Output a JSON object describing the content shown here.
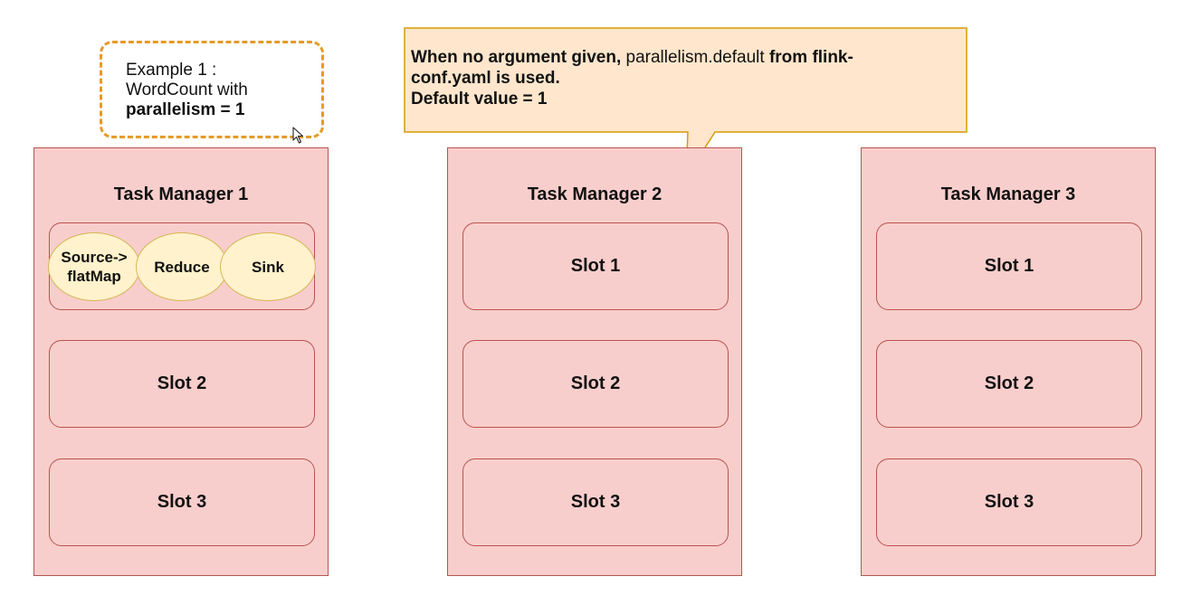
{
  "example": {
    "line1": "Example 1 :",
    "line2": "WordCount with",
    "line3": "parallelism = 1"
  },
  "callout": {
    "part1_bold": "When no argument given,",
    "part2_normal": " parallelism.default ",
    "part3_bold": "from flink-",
    "line2": "conf.yaml is used.",
    "line3": "Default value = 1"
  },
  "task_managers": [
    {
      "title": "Task Manager 1",
      "operators": [
        "Source->",
        "flatMap",
        "Reduce",
        "Sink"
      ],
      "slots": [
        "Slot 2",
        "Slot 3"
      ]
    },
    {
      "title": "Task Manager 2",
      "slots": [
        "Slot 1",
        "Slot 2",
        "Slot 3"
      ]
    },
    {
      "title": "Task Manager 3",
      "slots": [
        "Slot 1",
        "Slot 2",
        "Slot 3"
      ]
    }
  ],
  "colors": {
    "task_manager_fill": "#f8cecc",
    "task_manager_border": "#b85450",
    "operator_fill": "#fff2cc",
    "operator_border": "#d6b656",
    "example_border": "#e69a28",
    "callout_fill": "#ffe6cc",
    "callout_border": "#d79b00"
  },
  "icons": {
    "cursor": "mouse-pointer-icon"
  }
}
